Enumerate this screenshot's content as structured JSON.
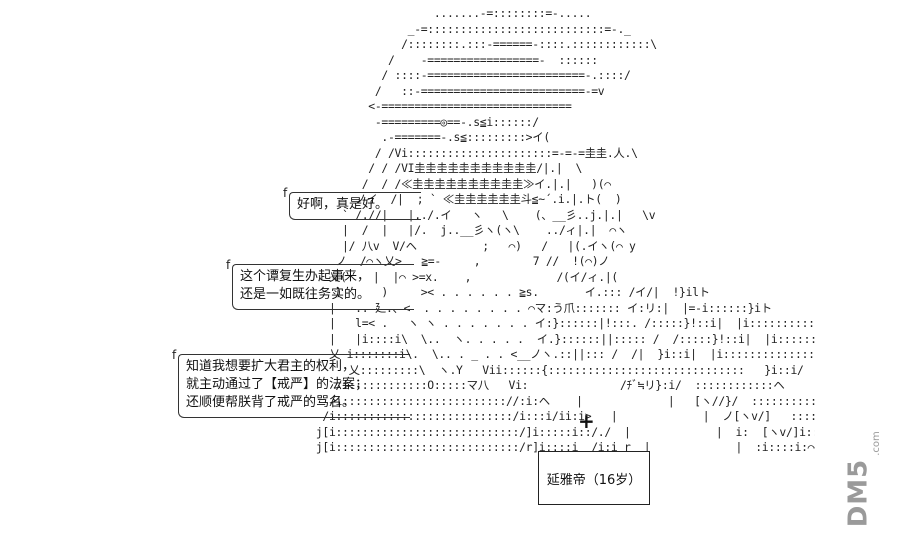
{
  "bubbles": [
    {
      "tick": "f",
      "lines": [
        "好啊，真是好。"
      ]
    },
    {
      "tick": "f",
      "lines": [
        "这个谭复生办起事来，",
        "还是一如既往务实的。"
      ]
    },
    {
      "tick": "f",
      "lines": [
        "知道我想要扩大君主的权利，",
        "就主动通过了【戒严】的法案；",
        "还顺便帮朕背了戒严的骂名。"
      ]
    }
  ],
  "name_box": {
    "label": "延雅帝（16岁）"
  },
  "cross_mark": "+",
  "watermark": {
    "text": "DM5",
    "small": ".com"
  },
  "art_lines": [
    "                                         .......-=::::::::=-.....",
    "                                     _-=:::::::::::::::::::::::::::=-._",
    "                                    /::::::::.:::-======-::::.::::::::::::\\",
    "                                  /    -=================-  ::::::",
    "                                 / ::::-========================-.::::/",
    "                                /   ::-=========================-=v",
    "                               <-=============================",
    "                                -=========◎==-.s≦i::::::/",
    "                                 .-=======-.s≦:::::::::>イ(",
    "                                / /Vi::::::::::::::::::::::=-=-=圭圭.人.\\",
    "                               / / /VI圭圭圭圭圭圭圭圭圭圭圭/|.|  \\",
    "                              /  / /≪圭圭圭圭圭圭圭圭圭圭≫イ.|.|   )(⌒",
    "                             ノイ  /|  ; ` ≪圭圭圭圭圭圭斗≦~´.i.|.ト(  ) ",
    "                           ` /.//|   |../.イ   ヽ   \\    (、__彡..j.|.|   \\v",
    "                           |  /  |   |/.  j..__彡ヽ(ヽ\\    ../ィ|.|  ⌒ヽ",
    "                           |/ 八v  V/ヘ          ;   ⌒)   /   |(.イヽ(⌒ y",
    "                          ノ  /⌒ヽ乂>   ≧=-     ,        7 //  !(⌒)ノ",
    "                         乂(    |  |⌒ >=x.    ,             /(イ/ィ.|(",
    "                          )      )     >< . . . . . . ≧s.       イ.::: /イ/|  !}ilト",
    "                         |   .. 廴.、<  . . . . . . . . ⌒マ:う爪::::::: イ:リ:|  |=-i::::::}iト",
    "                         |   l=< .   ヽ ヽ . . . . . . . イ:}::::::|!:::. /:::::}!::i|  |i:::::::::::::::/ヽ",
    "                         |   |i::::i\\  \\..  ヽ. . . . .  イ.}::::::||::::: /  /:::::}!::i|  |i:::::::::::::::/:::iヘ",
    "                         乂 i:::::::i\\.  \\.. . _ . . <__ノヽ.::||::: /  /|  }i::i|  |i:::::::::::::::::/:::iヘ",
    "                            乂:::::::::\\  ヽ.Y   Vii::::::{::::::::::::::::::::::::::::::   }i::i/   /i::::::::::::::/::::::ヘ",
    "                          /i::::::::::::O:::::マ八   Vi:              /ﾁﾞ≒リ}:i/  ::::::::::::ヘ",
    "                         /i::::::::::::::::::::::::://:i:ヘ    |             |   [ヽ//}/  :::::::::::::::::!",
    "                        /i:::::::::::::::::::::::::::/i:::i/ii:i>   |             |  ノ[ヽv/]   ::::::::::::::  ヘ",
    "                       j[i::::::::::::::::::::::::::::/]i:::::i::/./  |             |  i:  [ヽv/]i:::::::::::  /:ヘ",
    "                       j[i::::::::::::::::::::::::::::/r]i::::i  /i:i r  |             |  :i::::i:⌒~~~[!i::::::i:::/  ii: ノ ヘ"
  ]
}
